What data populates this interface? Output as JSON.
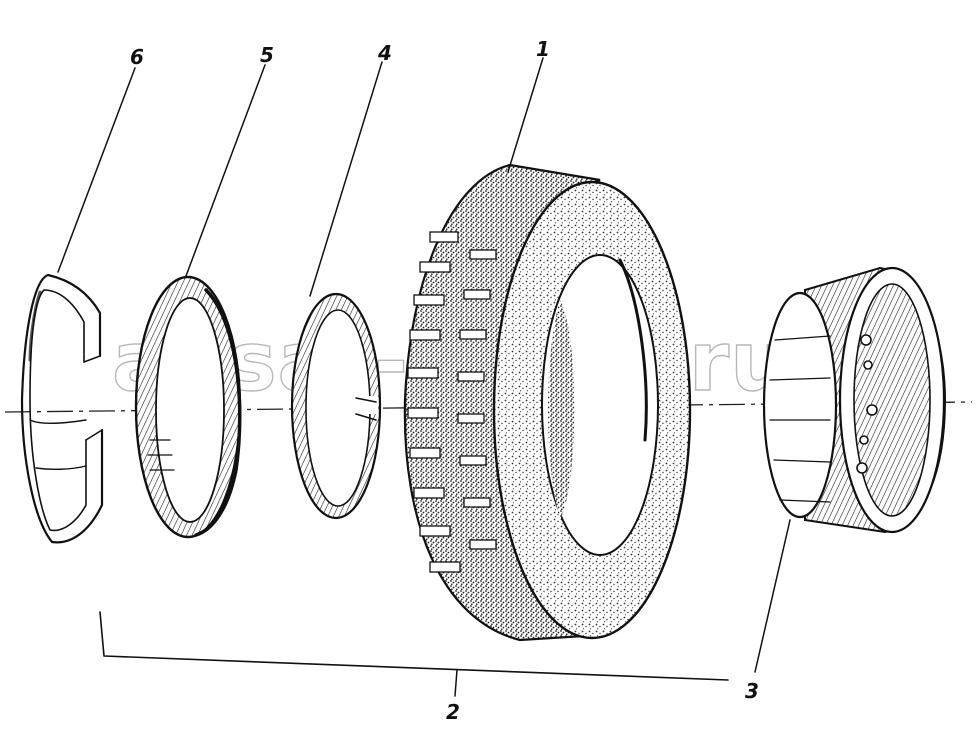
{
  "watermark": "ansat-parts.ru",
  "callouts": [
    {
      "id": "1",
      "label": "1"
    },
    {
      "id": "2",
      "label": "2"
    },
    {
      "id": "3",
      "label": "3"
    },
    {
      "id": "4",
      "label": "4"
    },
    {
      "id": "5",
      "label": "5"
    },
    {
      "id": "6",
      "label": "6"
    }
  ],
  "colors": {
    "ink": "#111111",
    "stipple": "#333333",
    "watermark": "#b8b8b8"
  }
}
